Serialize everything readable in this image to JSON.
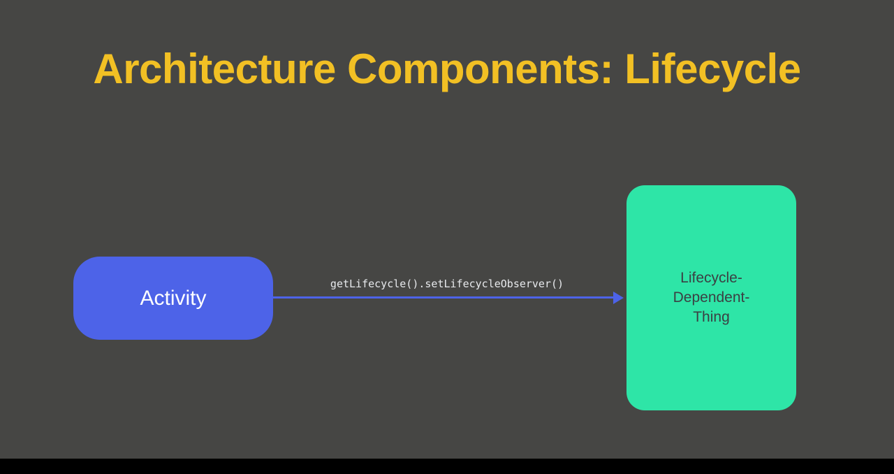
{
  "slide": {
    "title": "Architecture Components: Lifecycle",
    "activity_label": "Activity",
    "arrow_label": "getLifecycle().setLifecycleObserver()",
    "dependent_label": "Lifecycle-\nDependent-\nThing",
    "colors": {
      "background": "#464644",
      "title_yellow": "#f2c024",
      "node_blue": "#4d63e8",
      "arrow_blue": "#4d63e8",
      "node_green": "#2ee5a7",
      "green_text": "#3b4043",
      "code_text": "#e8eaed",
      "letterbox": "#000000"
    }
  }
}
